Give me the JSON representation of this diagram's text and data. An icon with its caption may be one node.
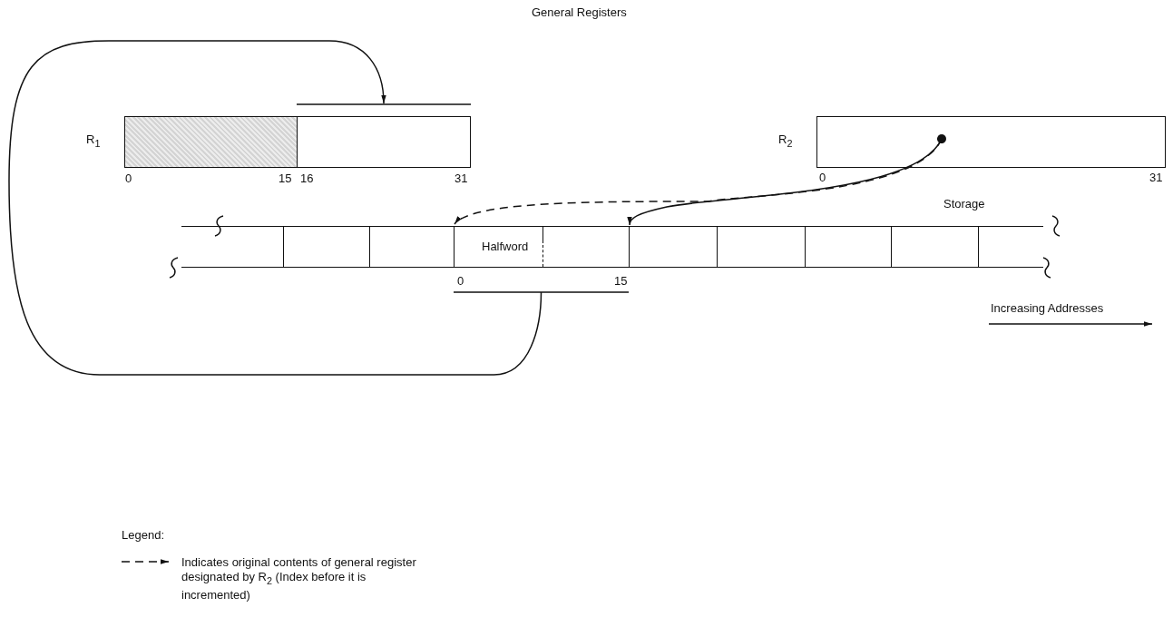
{
  "diagram": {
    "title": "General Registers",
    "nodes": [
      {
        "text": [
          "R$_{1}$"
        ]
      },
      {
        "text": [],
        "shape": "box",
        "in": 0,
        "beside": [
          "0",
          "15"
        ]
      },
      {
        "text": [],
        "shape": "box",
        "in": 0,
        "beside": [
          "16",
          "31"
        ]
      },
      {
        "text": [
          "R$_{2}$"
        ],
        "beside": [
          "0",
          "31"
        ]
      },
      {
        "text": [
          "Storage"
        ]
      },
      {
        "text": [],
        "shape": "box",
        "in": 4
      },
      {
        "text": [],
        "shape": "box",
        "in": 4
      },
      {
        "text": [],
        "shape": "box",
        "in": 4
      },
      {
        "text": [
          "Halfword"
        ],
        "in": 4,
        "beside": [
          "0",
          "15"
        ]
      },
      {
        "text": [],
        "shape": "box",
        "in": 4
      },
      {
        "text": [],
        "shape": "box",
        "in": 4
      },
      {
        "text": [],
        "shape": "box",
        "in": 4
      },
      {
        "text": [],
        "shape": "box",
        "in": 4
      },
      {
        "text": [],
        "shape": "box",
        "in": 4
      }
    ],
    "edges": [
      {
        "from": 8,
        "to": 2,
        "arrow": "to"
      },
      {
        "from": 3,
        "to": 9,
        "arrow": "to"
      },
      {
        "from": 3,
        "to": 8,
        "arrow": "to",
        "style": "dashed"
      }
    ],
    "labels": [
      "Increasing Addresses",
      "Legend:"
    ],
    "legend": [
      {
        "text": "Indicates original contents of general register designated by R$_{2}$ (Index before it is incremented)"
      }
    ]
  }
}
